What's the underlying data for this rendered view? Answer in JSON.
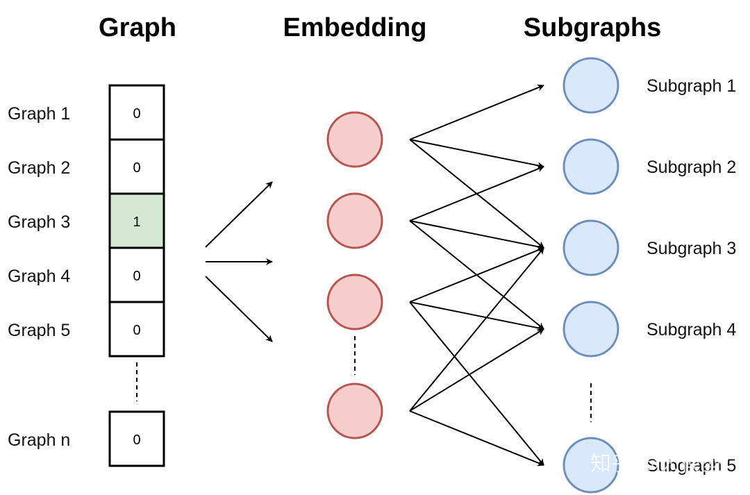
{
  "titles": {
    "graph": "Graph",
    "embedding": "Embedding",
    "subgraphs": "Subgraphs"
  },
  "graphs": [
    {
      "label": "Graph 1",
      "value": "0",
      "active": false
    },
    {
      "label": "Graph 2",
      "value": "0",
      "active": false
    },
    {
      "label": "Graph 3",
      "value": "1",
      "active": true
    },
    {
      "label": "Graph 4",
      "value": "0",
      "active": false
    },
    {
      "label": "Graph 5",
      "value": "0",
      "active": false
    }
  ],
  "graph_last": {
    "label": "Graph n",
    "value": "0"
  },
  "embedding_nodes": 4,
  "subgraphs": [
    "Subgraph 1",
    "Subgraph 2",
    "Subgraph 3",
    "Subgraph 4"
  ],
  "subgraph_last": "Subgraph 5",
  "connections": [
    [
      0,
      0
    ],
    [
      0,
      1
    ],
    [
      0,
      2
    ],
    [
      1,
      1
    ],
    [
      1,
      2
    ],
    [
      1,
      3
    ],
    [
      2,
      2
    ],
    [
      2,
      3
    ],
    [
      2,
      4
    ],
    [
      3,
      2
    ],
    [
      3,
      3
    ],
    [
      3,
      4
    ]
  ],
  "watermark": "知乎 @大模型",
  "colors": {
    "active_cell": "#d5e8d4",
    "embedding_fill": "#f8cecc",
    "embedding_stroke": "#b85450",
    "subgraph_fill": "#dae8fc",
    "subgraph_stroke": "#6c8ebf",
    "line": "#000000"
  }
}
